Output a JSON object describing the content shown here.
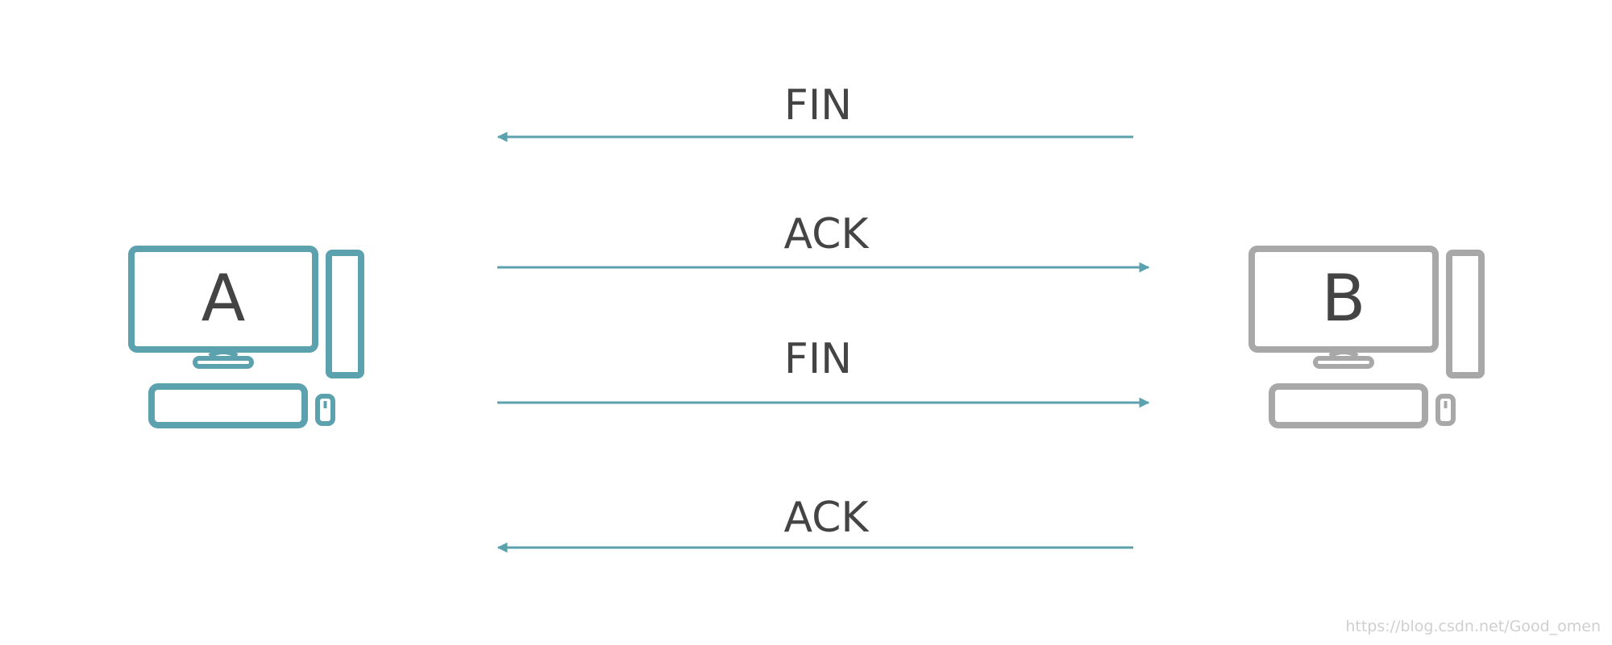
{
  "colors": {
    "teal": "#5BA1AE",
    "gray": "#A8A8A8",
    "text": "#444444",
    "watermark": "#CFCFCF"
  },
  "nodes": [
    {
      "label": "A",
      "icon": "desktop-computer-icon",
      "color": "#5BA1AE"
    },
    {
      "label": "B",
      "icon": "desktop-computer-icon",
      "color": "#A8A8A8"
    }
  ],
  "messages": [
    {
      "label": "FIN",
      "direction": "B-to-A"
    },
    {
      "label": "ACK",
      "direction": "A-to-B"
    },
    {
      "label": "FIN",
      "direction": "A-to-B"
    },
    {
      "label": "ACK",
      "direction": "B-to-A"
    }
  ],
  "watermark": "https://blog.csdn.net/Good_omen"
}
